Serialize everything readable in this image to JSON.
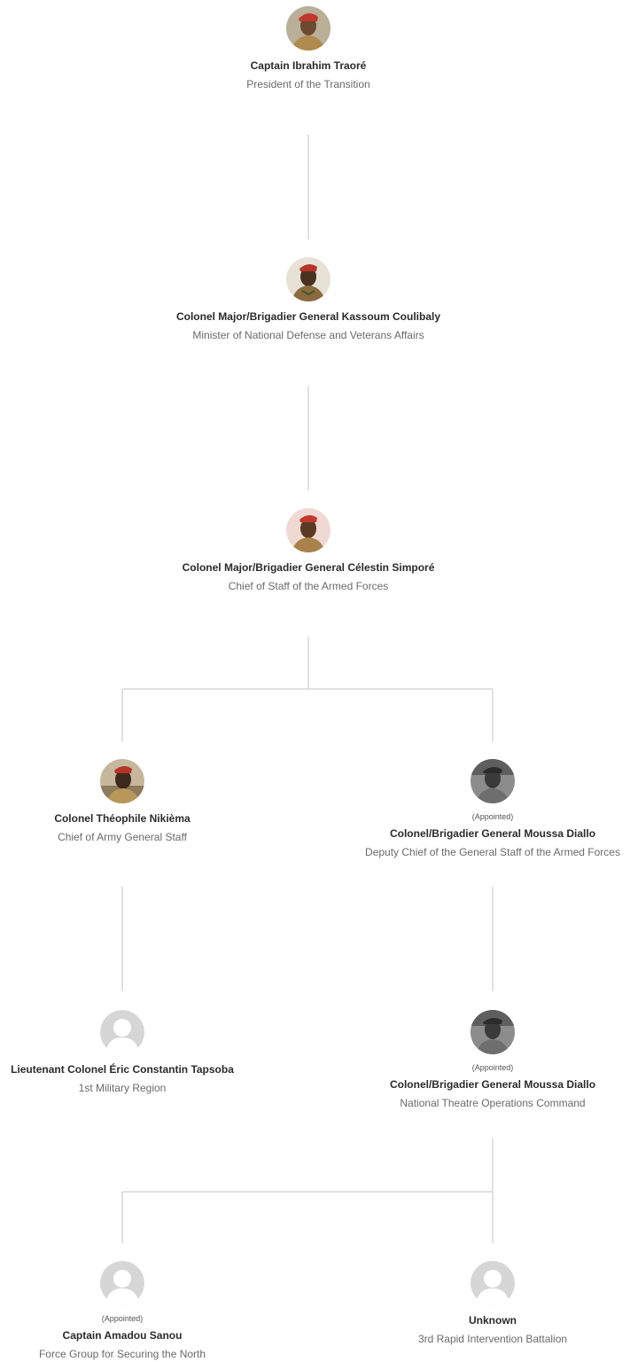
{
  "nodes": {
    "traore": {
      "name": "Captain Ibrahim Traoré",
      "role": "President of the Transition",
      "avatar": "photo-red-beret-icon"
    },
    "coulibaly": {
      "name": "Colonel Major/Brigadier General Kassoum Coulibaly",
      "role": "Minister of National Defense and Veterans Affairs",
      "avatar": "photo-red-beret-icon"
    },
    "simpore": {
      "name": "Colonel Major/Brigadier General Célestin Simporé",
      "role": "Chief of Staff of the Armed Forces",
      "avatar": "photo-red-beret-icon"
    },
    "nikiema": {
      "name": "Colonel Théophile Nikièma",
      "role": "Chief of Army General Staff",
      "avatar": "photo-red-beret-icon"
    },
    "diallo_deputy": {
      "status": "(Appointed)",
      "name": "Colonel/Brigadier General Moussa Diallo",
      "role": "Deputy Chief of the General Staff of the Armed Forces",
      "avatar": "photo-grayscale-icon"
    },
    "tapsoba": {
      "name": "Lieutenant Colonel Éric Constantin Tapsoba",
      "role": "1st Military Region",
      "avatar": "placeholder-person-icon"
    },
    "diallo_theatre": {
      "status": "(Appointed)",
      "name": "Colonel/Brigadier General Moussa Diallo",
      "role": "National Theatre Operations Command",
      "avatar": "photo-grayscale-icon"
    },
    "sanou": {
      "status": "(Appointed)",
      "name": "Captain Amadou Sanou",
      "role": "Force Group for Securing the North",
      "avatar": "placeholder-person-icon"
    },
    "unknown": {
      "name": "Unknown",
      "role": "3rd Rapid Intervention Battalion",
      "avatar": "placeholder-person-icon"
    }
  },
  "colors": {
    "connector": "#cfcfcf",
    "name_text": "#2b2b2b",
    "role_text": "#6a6a6a",
    "placeholder_bg": "#d6d6d6",
    "beret_red": "#c0392b"
  }
}
